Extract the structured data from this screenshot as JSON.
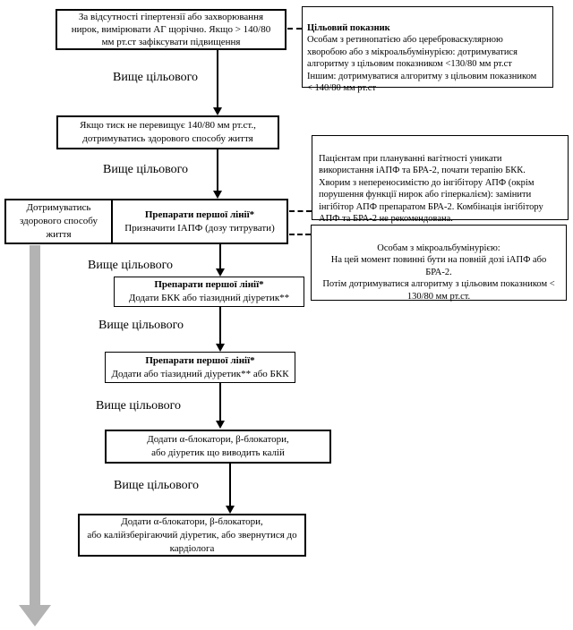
{
  "labels": {
    "above_target": "Вище цільового"
  },
  "flow": {
    "screening": "За відсутності гіпертензії або захворювання\nнирок, вимірювати АГ щорічно. Якщо > 140/80\nмм рт.ст зафіксувати підвищення",
    "pressure_check": "Якщо тиск не перевищує 140/80 мм рт.ст.,\nдотримуватись здорового способу життя",
    "lifestyle": "Дотримуватись\nздорового способу\nжиття",
    "step1_title": "Препарати першої лінії*",
    "step1_body": "Призначити ІАПФ (дозу титрувати)",
    "step2_title": "Препарати першої лінії*",
    "step2_body": "Додати БКК або тіазидний діуретик**",
    "step3_title": "Препарати першої лінії*",
    "step3_body": "Додати або тіазидний діуретик** або БКК",
    "step4": "Додати α-блокатори, β-блокатори,\nабо діуретик що виводить калій",
    "step5": "Додати α-блокатори, β-блокатори,\nабо калійзберігаючий діуретик, або звернутися до\nкардіолога"
  },
  "side_notes": {
    "target_title": "Цільовий показник",
    "target_body": "Особам з ретинопатією або цереброваскулярною\nхворобою або з мікроальбумінурією: дотримуватися\nалгоритму з цільовим показником <130/80 мм рт.ст\nІншим: дотримуватися алгоритму з цільовим показником\n< 140/80 мм рт.ст",
    "pregnancy": "Пацієнтам при плануванні вагітності уникати\nвикористання іАПФ та БРА-2, почати терапію БКК.\nХворим з непереносимістю до інгібітору АПФ (окрім\nпорушення функції нирок або гіперкалієм): замінити\nінгібітор АПФ препаратом БРА-2. Комбінація інгібітору\nАПФ та БРА-2 не рекомендована.",
    "microalbuminuria": "Особам з мікроальбумінурією:\nНа цей момент повинні бути на повній дозі іАПФ або\nБРА-2.\nПотім дотримуватися алгоритму з цільовим показником <\n130/80 мм рт.ст."
  },
  "colors": {
    "border": "#000000",
    "gray_arrow": "#b3b3b3",
    "background": "#ffffff"
  }
}
